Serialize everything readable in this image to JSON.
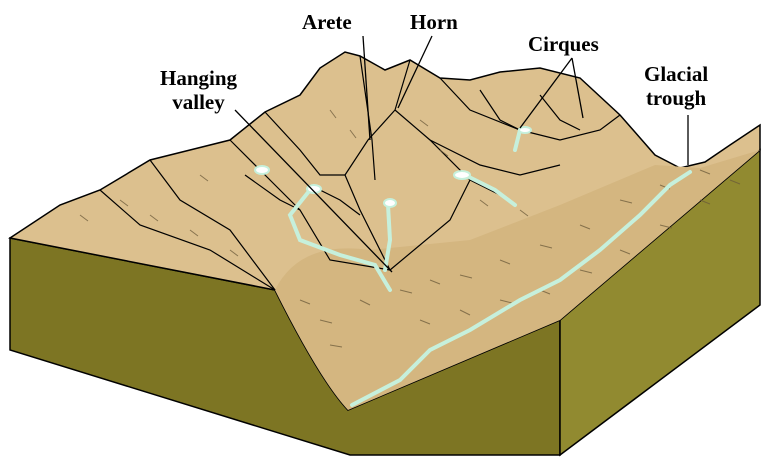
{
  "labels": {
    "arete": "Arete",
    "horn": "Horn",
    "cirques": "Cirques",
    "hanging_valley": [
      "Hanging",
      "valley"
    ],
    "glacial_trough": [
      "Glacial",
      "trough"
    ]
  },
  "colors": {
    "terrain": "#dcc08e",
    "terrain_shade": "#c9aa72",
    "block_front": "#7d7523",
    "block_side": "#918a30",
    "ice_water": "#c6f0dc",
    "outline": "#000000"
  }
}
